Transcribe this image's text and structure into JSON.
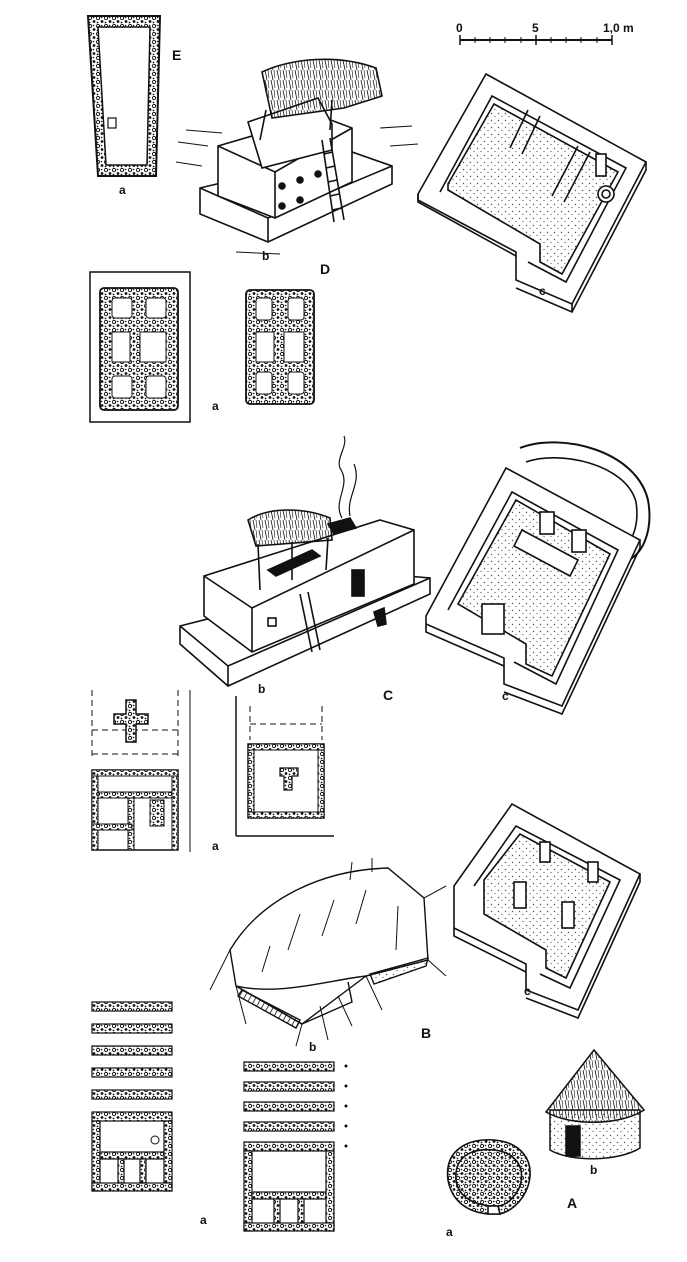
{
  "scale": {
    "ticks": [
      "0",
      "5",
      "1,0 m"
    ]
  },
  "groups": {
    "E": {
      "letter": "E",
      "a": "a"
    },
    "D": {
      "letter": "D",
      "a": "a",
      "b": "b",
      "c": "c"
    },
    "C": {
      "letter": "C",
      "a": "a",
      "b": "b",
      "c": "c"
    },
    "B": {
      "letter": "B",
      "a": "a",
      "b": "b",
      "c": "c"
    },
    "A": {
      "letter": "A",
      "a": "a",
      "b": "b"
    }
  },
  "colors": {
    "ink": "#111111",
    "paper": "#ffffff",
    "stipple": "#555555"
  }
}
